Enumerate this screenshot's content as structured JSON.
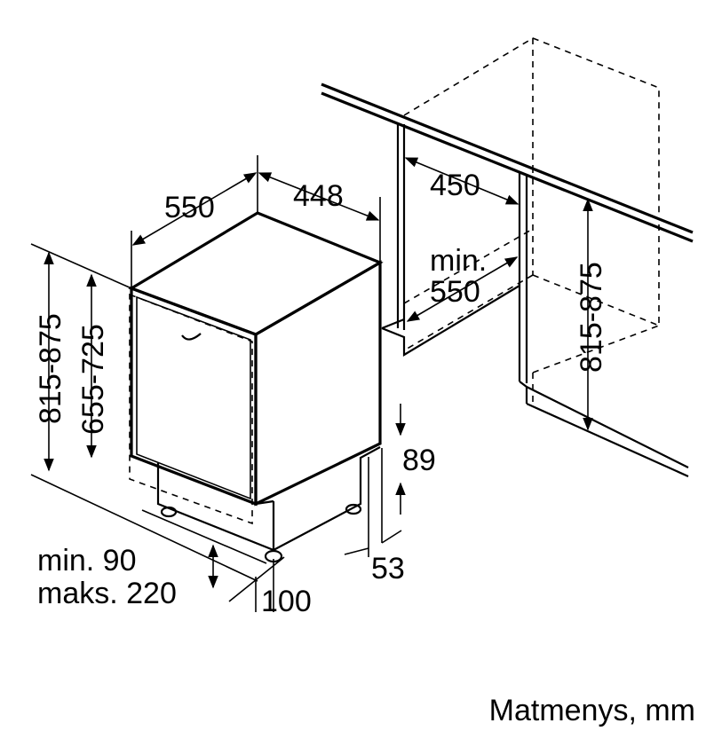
{
  "dimensions": {
    "width": "448",
    "depth": "550",
    "height_range": "815-875",
    "door_height_range": "655-725",
    "plinth_line1": "min. 90",
    "plinth_line2": "maks. 220",
    "plinth_offset": "100",
    "foot_upper": "89",
    "foot_lower": "53",
    "niche_width": "450",
    "niche_depth_line1": "min.",
    "niche_depth_line2": "550",
    "niche_height_range": "815-875"
  },
  "footer": {
    "units": "Matmenys, mm"
  },
  "colors": {
    "line": "#000000",
    "background": "#ffffff"
  }
}
